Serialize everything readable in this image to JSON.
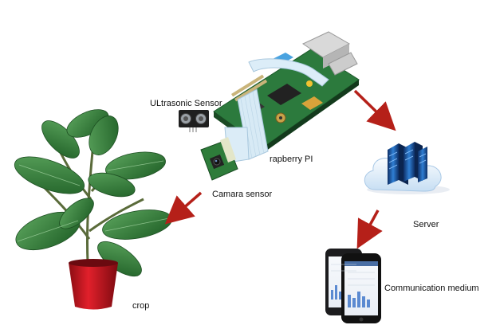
{
  "labels": {
    "ultrasonic": "ULtrasonic  Sensor",
    "raspberry": "rapberry PI",
    "camera": "Camara sensor",
    "server": "Server",
    "phone": "Communication medium",
    "crop": "crop"
  },
  "colors": {
    "arrow": "#b52019",
    "pot": "#c8101c",
    "leaf": "#2f7f35",
    "board": "#2a7a3a",
    "ribbon": "#d7eaf5",
    "cloud": "#e6f1fb",
    "server_blue": "#1e5aa8"
  },
  "icons": [
    "ultrasonic-sensor-image",
    "raspberry-pi-board-image",
    "camera-module-image",
    "plant-image",
    "server-cloud-icon",
    "smartphone-image"
  ]
}
